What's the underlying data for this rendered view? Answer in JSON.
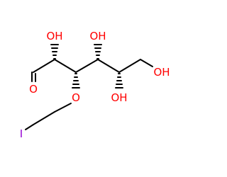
{
  "molecule": {
    "colors": {
      "bond": "#000000",
      "oxygen": "#ff0000",
      "iodine": "#9400d3"
    },
    "labels": {
      "o_aldehyde": "O",
      "oh_c2": "OH",
      "o_ether": "O",
      "oh_c4": "OH",
      "oh_c5": "OH",
      "oh_c6": "OH",
      "iodine": "I"
    }
  }
}
